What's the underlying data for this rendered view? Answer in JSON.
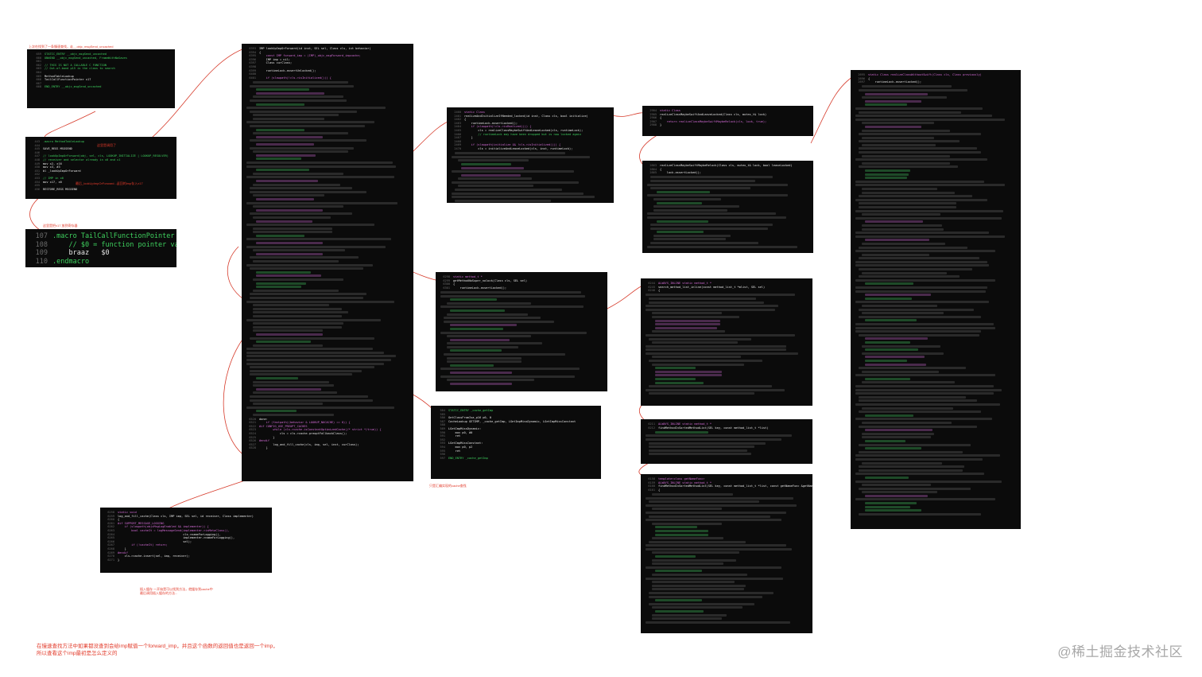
{
  "panels": {
    "p1": {
      "lines": [
        {
          "n": "659",
          "text": "STATIC_ENTRY __objc_msgSend_uncached"
        },
        {
          "n": "660",
          "text": "UNWIND __objc_msgSend_uncached, FrameWithNoSaves"
        },
        {
          "n": "661",
          "text": ""
        },
        {
          "n": "662",
          "text": "// THIS IS NOT A CALLABLE C FUNCTION"
        },
        {
          "n": "663",
          "text": "// Out-of-band p15 is the class to search"
        },
        {
          "n": "664",
          "text": ""
        },
        {
          "n": "665",
          "text": "MethodTableLookup"
        },
        {
          "n": "666",
          "text": "TailCallFunctionPointer x17"
        },
        {
          "n": "667",
          "text": ""
        },
        {
          "n": "668",
          "text": "END_ENTRY __objc_msgSend_uncached"
        }
      ]
    },
    "p2": {
      "lines": [
        {
          "n": "443",
          "text": ".macro MethodTableLookup"
        },
        {
          "n": "444",
          "text": ""
        },
        {
          "n": "445",
          "text": "SAVE_REGS MSGSEND"
        },
        {
          "n": "446",
          "text": ""
        },
        {
          "n": "447",
          "text": "// lookUpImpOrForward(obj, sel, cls, LOOKUP_INITIALIZE | LOOKUP_RESOLVER)"
        },
        {
          "n": "448",
          "text": "// receiver and selector already in x0 and x1"
        },
        {
          "n": "449",
          "text": "mov x2, x16"
        },
        {
          "n": "450",
          "text": "mov x3, #3"
        },
        {
          "n": "451",
          "text": "bl _lookUpImpOrForward"
        },
        {
          "n": "452",
          "text": ""
        },
        {
          "n": "453",
          "text": "// IMP in x0"
        },
        {
          "n": "454",
          "text": "mov x17, x0"
        },
        {
          "n": "455",
          "text": ""
        },
        {
          "n": "456",
          "text": "RESTORE_REGS MSGSEND"
        }
      ]
    },
    "p3": {
      "lines": [
        {
          "n": "107",
          "text": ".macro TailCallFunctionPointer"
        },
        {
          "n": "108",
          "text": "    // $0 = function pointer value"
        },
        {
          "n": "109",
          "text": "    braaz   $0"
        },
        {
          "n": "110",
          "text": ".endmacro"
        }
      ]
    },
    "p4": {
      "lines": [
        {
          "n": "6393",
          "text": "IMP lookUpImpOrForward(id inst, SEL sel, Class cls, int behavior)"
        },
        {
          "n": "6394",
          "text": "{"
        },
        {
          "n": "6395",
          "text": "    const IMP forward_imp = (IMP)_objc_msgForward_impcache;"
        },
        {
          "n": "6396",
          "text": "    IMP imp = nil;"
        },
        {
          "n": "6397",
          "text": "    Class curClass;"
        },
        {
          "n": "6398",
          "text": ""
        },
        {
          "n": "6399",
          "text": "    runtimeLock.assertUnlocked();"
        },
        {
          "n": "6400",
          "text": ""
        },
        {
          "n": "6401",
          "text": "    if (slowpath(!cls->isInitialized())) {"
        }
      ],
      "tail_lines": [
        {
          "n": "6520",
          "text": "done:"
        },
        {
          "n": "6521",
          "text": "    if (fastpath((behavior & LOOKUP_NOCACHE) == 0)) {"
        },
        {
          "n": "6522",
          "text": "#if CONFIG_USE_PREOPT_CACHES"
        },
        {
          "n": "6523",
          "text": "        while (cls->cache.isConstantOptimizedCache(/* strict */true)) {"
        },
        {
          "n": "6524",
          "text": "            cls = cls->cache.preoptFallbackClass();"
        },
        {
          "n": "6525",
          "text": "        }"
        },
        {
          "n": "6526",
          "text": "#endif"
        },
        {
          "n": "6527",
          "text": "        log_and_fill_cache(cls, imp, sel, inst, curClass);"
        },
        {
          "n": "6528",
          "text": "    }"
        }
      ]
    },
    "p5": {
      "lines": [
        {
          "n": "2460",
          "text": "static Class"
        },
        {
          "n": "2461",
          "text": "realizeAndInitializeIfNeeded_locked(id inst, Class cls, bool initialize)"
        },
        {
          "n": "2462",
          "text": "{"
        },
        {
          "n": "2463",
          "text": "    runtimeLock.assertLocked();"
        },
        {
          "n": "2464",
          "text": "    if (slowpath(!cls->isRealized())) {"
        },
        {
          "n": "2465",
          "text": "        cls = realizeClassMaybeSwiftAndLeaveLocked(cls, runtimeLock);"
        },
        {
          "n": "2466",
          "text": "        // runtimeLock may have been dropped but is now locked again"
        },
        {
          "n": "2467",
          "text": "    }"
        },
        {
          "n": "2468",
          "text": ""
        },
        {
          "n": "2469",
          "text": "    if (slowpath(initialize && !cls->isInitialized())) {"
        },
        {
          "n": "2470",
          "text": "        cls = initializeAndLeaveLocked(cls, inst, runtimeLock);"
        }
      ]
    },
    "p6": {
      "lines": [
        {
          "n": "2904",
          "text": "static Class"
        },
        {
          "n": "2905",
          "text": "realizeClassMaybeSwiftAndLeaveLocked(Class cls, mutex_t& lock)"
        },
        {
          "n": "2906",
          "text": "{"
        },
        {
          "n": "2907",
          "text": "    return realizeClassMaybeSwiftMaybeRelock(cls, lock, true);"
        },
        {
          "n": "2908",
          "text": "}"
        }
      ]
    },
    "p7": {
      "lines": [
        {
          "n": "2863",
          "text": "realizeClassMaybeSwiftMaybeRelock(Class cls, mutex_t& lock, bool leaveLocked)"
        },
        {
          "n": "2864",
          "text": "{"
        },
        {
          "n": "2865",
          "text": "    lock.assertLocked();"
        }
      ]
    },
    "p8": {
      "lines": [
        {
          "n": "6298",
          "text": "static method_t *"
        },
        {
          "n": "6299",
          "text": "getMethodNoSuper_nolock(Class cls, SEL sel)"
        },
        {
          "n": "6300",
          "text": "{"
        },
        {
          "n": "6301",
          "text": "    runtimeLock.assertLocked();"
        }
      ]
    },
    "p9": {
      "lines": [
        {
          "n": "6244",
          "text": "ALWAYS_INLINE static method_t *"
        },
        {
          "n": "6245",
          "text": "search_method_list_inline(const method_list_t *mlist, SEL sel)"
        },
        {
          "n": "6246",
          "text": "{"
        }
      ]
    },
    "p10": {
      "lines": [
        {
          "n": "584",
          "text": "STATIC_ENTRY _cache_getImp"
        },
        {
          "n": "585",
          "text": ""
        },
        {
          "n": "586",
          "text": "GetClassFromIsa_p16 p0, 0"
        },
        {
          "n": "587",
          "text": "CacheLookup GETIMP, _cache_getImp, LGetImpMissDynamic, LGetImpMissConstant"
        },
        {
          "n": "588",
          "text": ""
        },
        {
          "n": "589",
          "text": "LGetImpMissDynamic:"
        },
        {
          "n": "590",
          "text": "    mov p0, #0"
        },
        {
          "n": "591",
          "text": "    ret"
        },
        {
          "n": "592",
          "text": ""
        },
        {
          "n": "593",
          "text": "LGetImpMissConstant:"
        },
        {
          "n": "594",
          "text": "    mov p0, p2"
        },
        {
          "n": "595",
          "text": "    ret"
        },
        {
          "n": "596",
          "text": ""
        },
        {
          "n": "597",
          "text": "END_ENTRY _cache_getImp"
        }
      ]
    },
    "p11": {
      "lines": [
        {
          "n": "6258",
          "text": "static void"
        },
        {
          "n": "6259",
          "text": "log_and_fill_cache(Class cls, IMP imp, SEL sel, id receiver, Class implementer)"
        },
        {
          "n": "6260",
          "text": "{"
        },
        {
          "n": "6261",
          "text": "#if SUPPORT_MESSAGE_LOGGING"
        },
        {
          "n": "6262",
          "text": "    if (slowpath(objcMsgLogEnabled && implementer)) {"
        },
        {
          "n": "6263",
          "text": "        bool cacheIt = logMessageSend(implementer->isMetaClass(),"
        },
        {
          "n": "6264",
          "text": "                                      cls->nameForLogging(),"
        },
        {
          "n": "6265",
          "text": "                                      implementer->nameForLogging(),"
        },
        {
          "n": "6266",
          "text": "                                      sel);"
        },
        {
          "n": "6267",
          "text": "        if (!cacheIt) return;"
        },
        {
          "n": "6268",
          "text": "    }"
        },
        {
          "n": "6269",
          "text": "#endif"
        },
        {
          "n": "6270",
          "text": "    cls->cache.insert(sel, imp, receiver);"
        },
        {
          "n": "6271",
          "text": "}"
        }
      ]
    },
    "p12": {
      "lines": [
        {
          "n": "6211",
          "text": "ALWAYS_INLINE static method_t *"
        },
        {
          "n": "6212",
          "text": "findMethodInSortedMethodList(SEL key, const method_list_t *list)"
        }
      ]
    },
    "p13": {
      "lines": [
        {
          "n": "6158",
          "text": "template<class getNameFunc>"
        },
        {
          "n": "6159",
          "text": "ALWAYS_INLINE static method_t *"
        },
        {
          "n": "6160",
          "text": "findMethodInSortedMethodList(SEL key, const method_list_t *list, const getNameFunc &getName)"
        },
        {
          "n": "6161",
          "text": "{"
        }
      ]
    },
    "p14": {
      "lines": [
        {
          "n": "2695",
          "text": "static Class realizeClassWithoutSwift(Class cls, Class previously)"
        },
        {
          "n": "2696",
          "text": "{"
        },
        {
          "n": "2697",
          "text": "    runtimeLock.assertLocked();"
        }
      ]
    }
  },
  "notes": {
    "caption": "在慢速查找方法中如果都没查到会给imp赋值一个forward_imp，并且这个函数的返回值也是返回一个imp，\n所以查看这个imp最初是怎么定义的",
    "n_top_left": "上次在找到了一条慢速查找，走__objc_msgSend_uncached",
    "n_p2": "这里是调用了",
    "n_p2b": "最后_lookUpImpOrForward...返回的imp存入x17",
    "n_p3": "这里是把x17 放到寄存器",
    "n_p11": "插入缓存 一开始是可以找到方法，就缓存到cache中\n最后调用插入缓存的方法...",
    "n_p10": "只是汇编实现的cache查找"
  },
  "watermark": "@稀土掘金技术社区"
}
